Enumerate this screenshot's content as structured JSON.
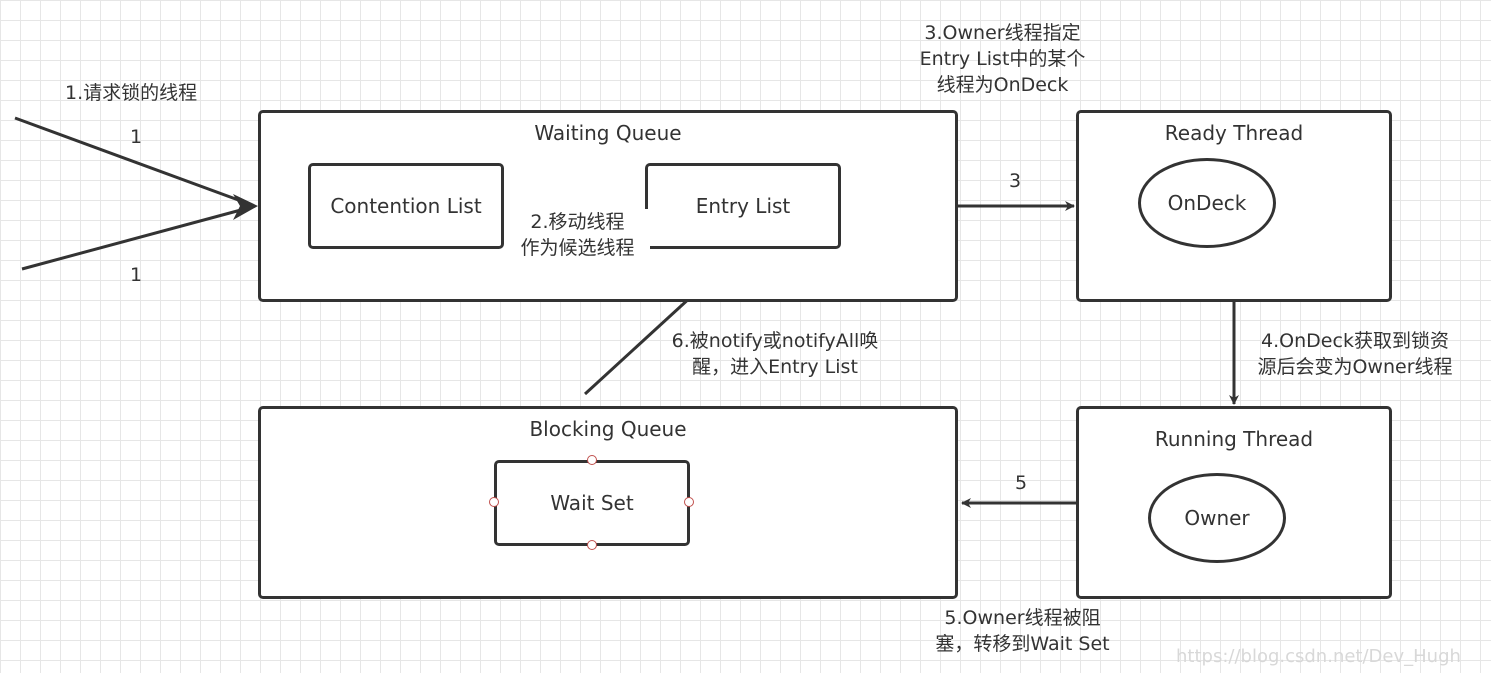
{
  "diagram": {
    "request_label": "1.请求锁的线程",
    "arrow1_top_label": "1",
    "arrow1_bottom_label": "1",
    "waiting_queue": {
      "title": "Waiting Queue",
      "contention_list": "Contention List",
      "entry_list": "Entry List",
      "move_label_line1": "2.移动线程",
      "move_label_line2": "作为候选线程"
    },
    "ready_thread": {
      "title": "Ready Thread",
      "ondeck": "OnDeck"
    },
    "running_thread": {
      "title": "Running Thread",
      "owner": "Owner"
    },
    "blocking_queue": {
      "title": "Blocking Queue",
      "wait_set": "Wait Set"
    },
    "step3_note": [
      "3.Owner线程指定",
      "Entry List中的某个",
      "线程为OnDeck"
    ],
    "step3_arrow_label": "3",
    "step4_note": [
      "4.OnDeck获取到锁资",
      "源后会变为Owner线程"
    ],
    "step5_arrow_label": "5",
    "step5_note": [
      "5.Owner线程被阻",
      "塞，转移到Wait Set"
    ],
    "step6_note": [
      "6.被notify或notifyAll唤",
      "醒，进入Entry List"
    ],
    "watermark": "https://blog.csdn.net/Dev_Hugh"
  }
}
